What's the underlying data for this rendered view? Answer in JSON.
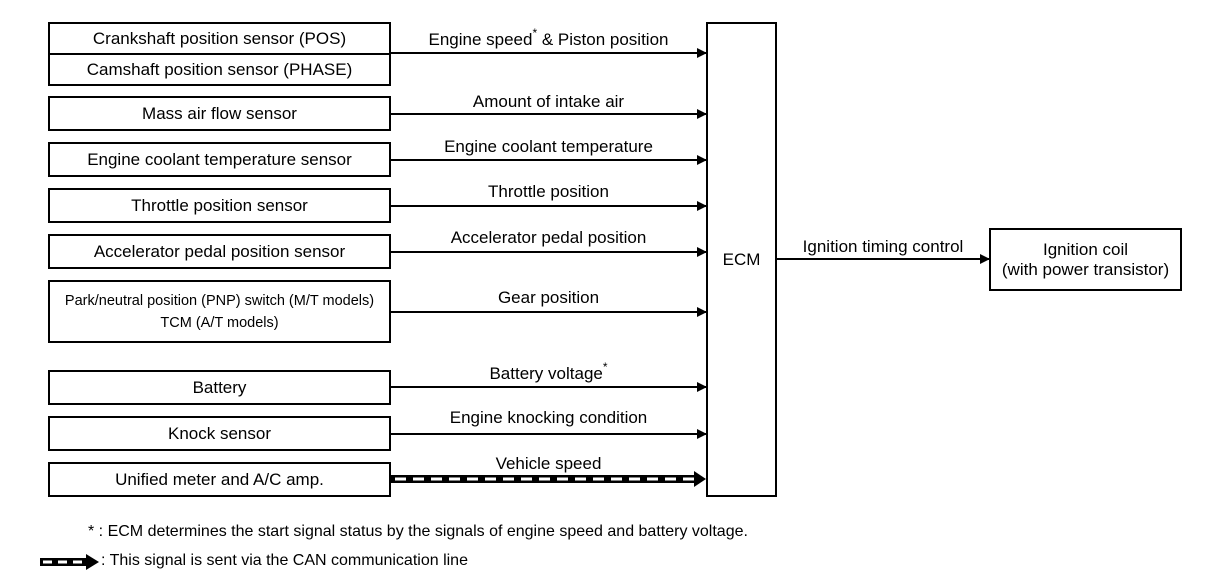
{
  "sensors": [
    {
      "id": "crank",
      "lines": [
        "Crankshaft position sensor (POS)",
        "Camshaft position sensor (PHASE)"
      ],
      "signal": "Engine speed",
      "signal_mark": "*",
      "signal_suffix": " & Piston position"
    },
    {
      "id": "maf",
      "label": "Mass air flow sensor",
      "signal": "Amount of intake air"
    },
    {
      "id": "ect",
      "label": "Engine coolant temperature sensor",
      "signal": "Engine coolant temperature"
    },
    {
      "id": "tps",
      "label": "Throttle position sensor",
      "signal": "Throttle position"
    },
    {
      "id": "apps",
      "label": "Accelerator pedal position sensor",
      "signal": "Accelerator pedal position"
    },
    {
      "id": "pnp",
      "lines": [
        "Park/neutral position (PNP) switch (M/T models)",
        "TCM (A/T models)"
      ],
      "signal": "Gear position"
    },
    {
      "id": "battery",
      "label": "Battery",
      "signal": "Battery voltage",
      "signal_mark": "*"
    },
    {
      "id": "knock",
      "label": "Knock sensor",
      "signal": "Engine knocking condition"
    },
    {
      "id": "meter",
      "label": "Unified meter and A/C amp.",
      "signal": "Vehicle speed",
      "can": true
    }
  ],
  "ecm": {
    "label": "ECM"
  },
  "output": {
    "signal": "Ignition timing control",
    "lines": [
      "Ignition coil",
      "(with power transistor)"
    ]
  },
  "notes": {
    "asterisk": "* : ECM determines the start signal status by the signals of engine speed and battery voltage.",
    "can": ": This signal is sent via the CAN communication line"
  }
}
